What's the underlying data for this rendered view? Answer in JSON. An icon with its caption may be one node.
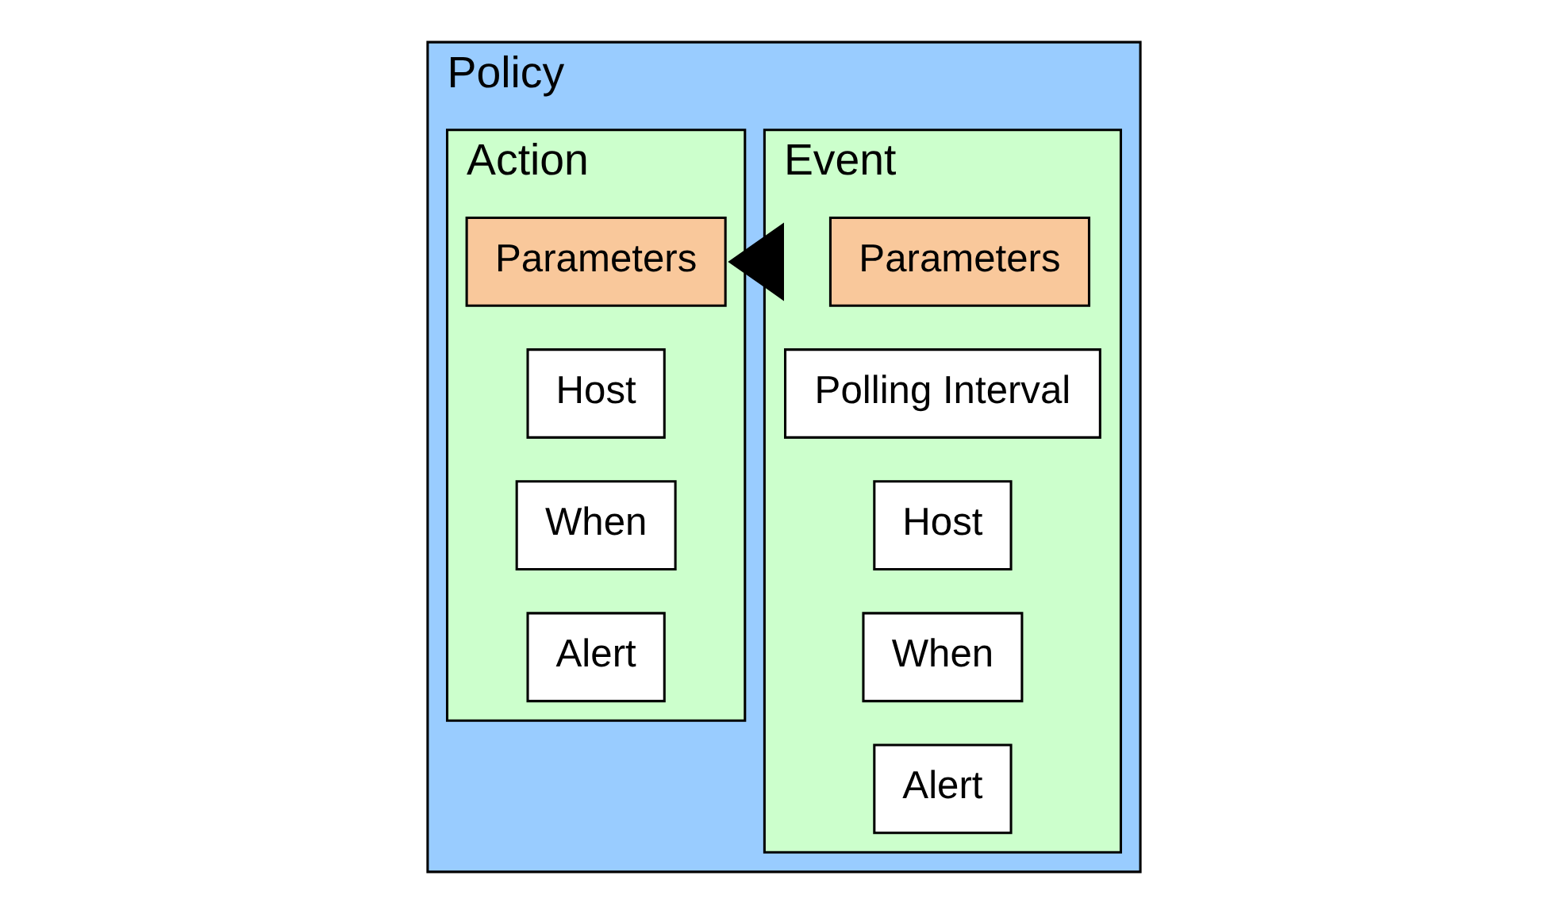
{
  "diagram": {
    "nodes": [
      {
        "text": [
          "Policy"
        ]
      },
      {
        "text": [
          "Event"
        ],
        "in": 0
      },
      {
        "text": [
          "Parameters"
        ],
        "in": 1
      },
      {
        "text": [
          "Polling Interval"
        ],
        "in": 1
      },
      {
        "text": [
          "Host"
        ],
        "in": 1
      },
      {
        "text": [
          "When"
        ],
        "in": 1
      },
      {
        "text": [
          "Alert"
        ],
        "in": 1
      },
      {
        "text": [
          "Action"
        ],
        "in": 0
      },
      {
        "text": [
          "Parameters"
        ],
        "in": 7
      },
      {
        "text": [
          "Host"
        ],
        "in": 7
      },
      {
        "text": [
          "When"
        ],
        "in": 7
      },
      {
        "text": [
          "Alert"
        ],
        "in": 7
      }
    ],
    "edges": [
      {
        "from": 1,
        "to": 7,
        "arrow": "to",
        "style": "thick"
      }
    ]
  }
}
